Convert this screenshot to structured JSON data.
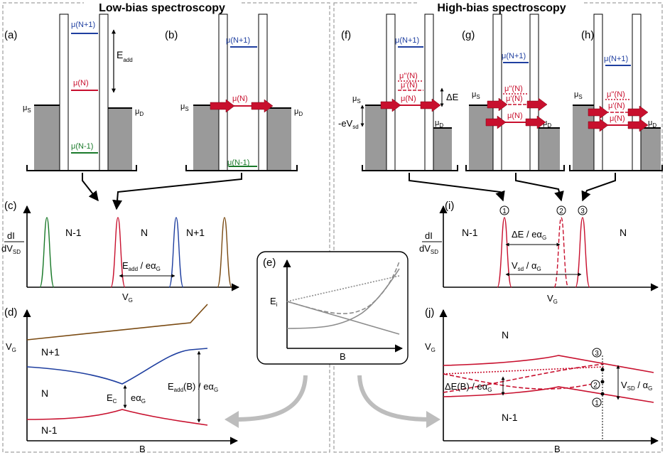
{
  "titles": {
    "left": "Low-bias spectroscopy",
    "right": "High-bias spectroscopy"
  },
  "panel_labels": {
    "a": "(a)",
    "b": "(b)",
    "c": "(c)",
    "d": "(d)",
    "e": "(e)",
    "f": "(f)",
    "g": "(g)",
    "h": "(h)",
    "i": "(i)",
    "j": "(j)"
  },
  "levels": {
    "mu_n_plus_1": "μ(N+1)",
    "mu_n": "μ(N)",
    "mu_n_minus_1": "μ(N-1)",
    "mu_n_prime": "μ'(N)",
    "mu_n_dprime": "μ''(N)",
    "mu_s_main": "μ",
    "mu_s_sub": "S",
    "mu_d_main": "μ",
    "mu_d_sub": "D"
  },
  "annotations": {
    "e_main": "E",
    "e_add_sub": "add",
    "delta_e": "ΔE",
    "neg_e_main": "-eV",
    "sd_sub": "sd",
    "ec_main": "E",
    "ec_sub": "C",
    "e_alpha_main": "eα",
    "g_sub": "G",
    "eadd_over_ealpha_a": "E",
    "eadd_over_ealpha_b": " / eα",
    "eaddB_over": "(B) / eα",
    "dE_over": "ΔE / eα",
    "vsd_over": "V",
    "vsd_over_b": " / α",
    "dEB_over": "ΔE(B) / eα",
    "vsd_upper_main": "V",
    "vsd_upper_sub": "SD",
    "vsd_upper_b": " / α",
    "di_num": "dI",
    "di_den_main": "dV",
    "di_den_sub": "SD",
    "vg_main": "V",
    "vg_sub": "G",
    "b_axis": "B",
    "ei_main": "E",
    "ei_sub": "i"
  },
  "regions": {
    "n_minus_1": "N-1",
    "n": "N",
    "n_plus_1": "N+1"
  },
  "markers": [
    "1",
    "2",
    "3"
  ],
  "colors": {
    "red": "#c8102e",
    "blue": "#1f3fa0",
    "green": "#1a7a2a",
    "brown": "#7a4a12",
    "lead_gray": "#9a9a9a",
    "arrow_gray": "#bdbdbd",
    "frame_gray": "#8a8a8a"
  }
}
